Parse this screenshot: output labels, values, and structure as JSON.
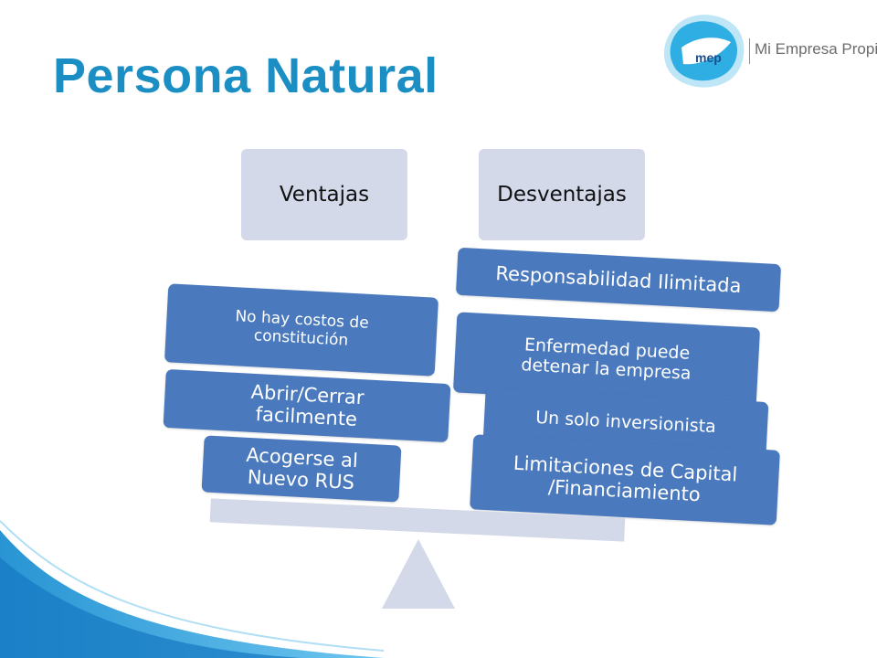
{
  "title": "Persona Natural",
  "logo": {
    "mark": "mep",
    "text": "Mi Empresa Propia"
  },
  "headers": {
    "ventajas": "Ventajas",
    "desventajas": "Desventajas"
  },
  "ventajas": [
    "No hay costos de constitución",
    "Abrir/Cerrar facilmente",
    "Acogerse al Nuevo RUS"
  ],
  "desventajas": [
    "Responsabilidad Ilimitada",
    "Enfermedad puede detenar la empresa",
    "Un solo inversionista",
    "Limitaciones de Capital /Financiamiento"
  ],
  "colors": {
    "title": "#1b8fc4",
    "card": "#4a79be",
    "header": "#d3d9e9",
    "wave": "#2aa3dd"
  }
}
